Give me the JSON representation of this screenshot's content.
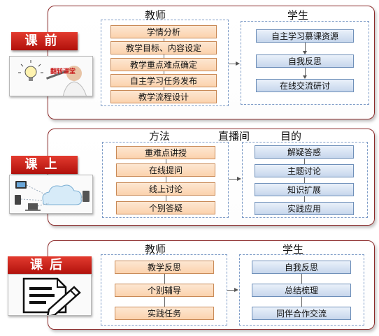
{
  "sections": [
    {
      "tag": "课前",
      "headers": [
        "教师",
        "学生"
      ],
      "left_items": [
        "学情分析",
        "教学目标、内容设定",
        "教学重点难点确定",
        "自主学习任务发布",
        "教学流程设计"
      ],
      "right_items": [
        "自主学习慕课资源",
        "自我反思",
        "在线交流研讨"
      ],
      "thumb_text": "翻转课堂"
    },
    {
      "tag": "课上",
      "headers": [
        "方法",
        "直播间",
        "目的"
      ],
      "left_items": [
        "重难点讲授",
        "在线提问",
        "线上讨论",
        "个别答疑"
      ],
      "right_items": [
        "解疑答惑",
        "主题讨论",
        "知识扩展",
        "实践应用"
      ]
    },
    {
      "tag": "课后",
      "headers": [
        "教师",
        "学生"
      ],
      "left_items": [
        "教学反思",
        "个别辅导",
        "实践任务"
      ],
      "right_items": [
        "自我反思",
        "总结梳理",
        "同伴合作交流"
      ]
    }
  ]
}
